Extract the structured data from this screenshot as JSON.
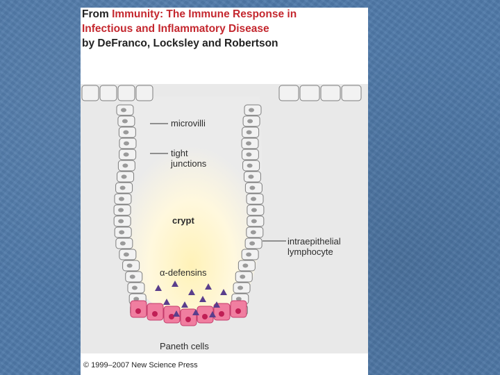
{
  "header": {
    "line1_prefix": "From ",
    "line1_title": "Immunity: The Immune Response in",
    "line2_title": "Infectious and Inflammatory Disease",
    "line3": "by DeFranco, Locksley and Robertson"
  },
  "labels": {
    "microvilli": "microvilli",
    "tight_junctions_1": "tight",
    "tight_junctions_2": "junctions",
    "crypt": "crypt",
    "intraepithelial_1": "intraepithelial",
    "intraepithelial_2": "lymphocyte",
    "defensins": "α-defensins",
    "paneth": "Paneth cells"
  },
  "copyright": "© 1999–2007 New Science Press",
  "colors": {
    "background": "#4f79a8",
    "title_red": "#c4272e",
    "paneth_pink": "#f07ea0",
    "defensin_purple": "#5a3e8c",
    "crypt_glow": "#fff4c4"
  }
}
